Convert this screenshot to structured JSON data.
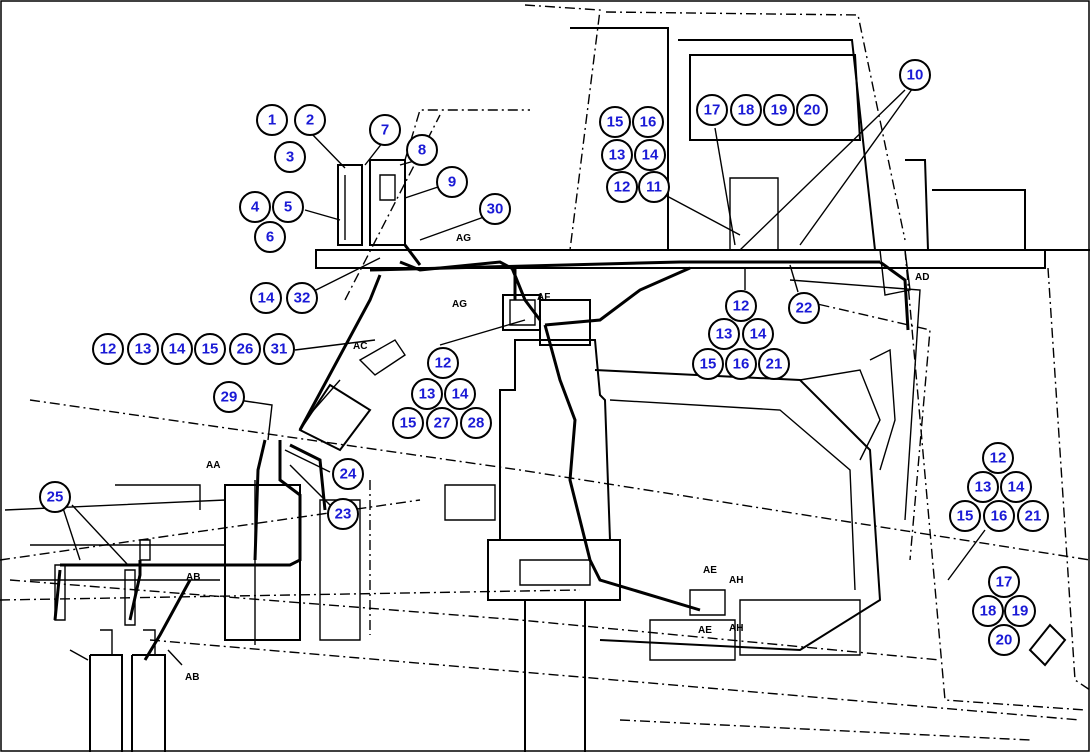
{
  "callouts": [
    "1",
    "2",
    "3",
    "7",
    "8",
    "9",
    "4",
    "5",
    "6",
    "30",
    "14",
    "32",
    "12",
    "13",
    "14",
    "15",
    "26",
    "31",
    "29",
    "24",
    "23",
    "25",
    "15",
    "16",
    "13",
    "14",
    "12",
    "11",
    "17",
    "18",
    "19",
    "20",
    "10",
    "12",
    "13",
    "14",
    "15",
    "27",
    "28",
    "12",
    "13",
    "14",
    "15",
    "16",
    "21",
    "22",
    "12",
    "13",
    "14",
    "15",
    "16",
    "21",
    "17",
    "18",
    "19",
    "20"
  ],
  "tags": [
    "AG",
    "AG",
    "AF",
    "AC",
    "AD",
    "AA",
    "AB",
    "AB",
    "AE",
    "AH",
    "AE",
    "AH"
  ]
}
